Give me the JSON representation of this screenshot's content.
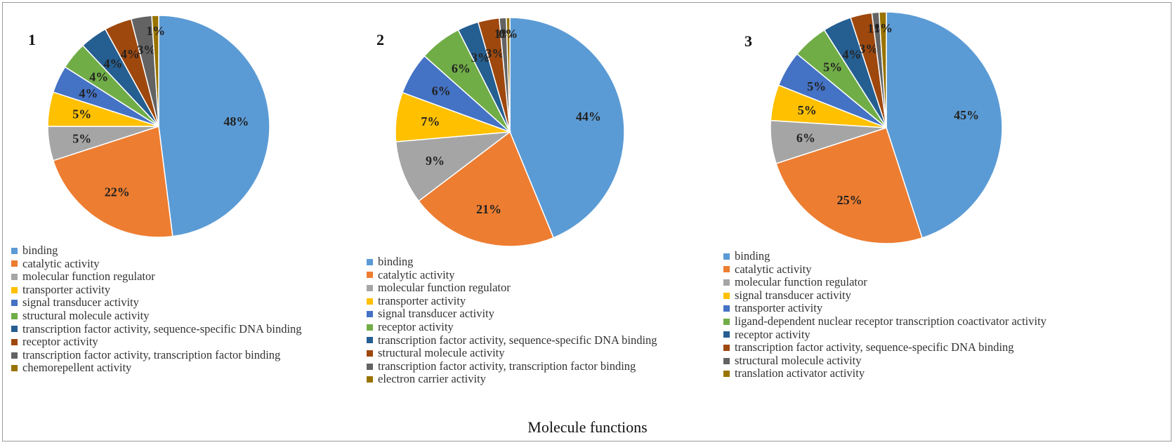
{
  "caption": "Molecule functions",
  "colors": [
    "#5b9bd5",
    "#ed7d31",
    "#a5a5a5",
    "#ffc000",
    "#4472c4",
    "#70ad47",
    "#255e91",
    "#9e480e",
    "#636363",
    "#997300"
  ],
  "chart_data": [
    {
      "type": "pie",
      "panel_label": "1",
      "labels": [
        "binding",
        "catalytic activity",
        "molecular function regulator",
        "transporter activity",
        "signal transducer activity",
        "structural molecule activity",
        "transcription factor activity, sequence-specific DNA binding",
        "receptor activity",
        "transcription factor activity, transcription factor binding",
        "chemorepellent activity"
      ],
      "values": [
        48,
        22,
        5,
        5,
        4,
        4,
        4,
        4,
        3,
        1
      ],
      "data_labels": [
        "48%",
        "22%",
        "5%",
        "5%",
        "4%",
        "4%",
        "4%",
        "4%",
        "3%",
        "1%"
      ]
    },
    {
      "type": "pie",
      "panel_label": "2",
      "labels": [
        "binding",
        "catalytic activity",
        "molecular function regulator",
        "transporter activity",
        "signal transducer activity",
        "receptor activity",
        "transcription factor activity, sequence-specific DNA binding",
        "structural molecule activity",
        "transcription factor activity, transcription factor binding",
        "electron carrier activity"
      ],
      "values": [
        44,
        21,
        9,
        7,
        6,
        6,
        3,
        3,
        1,
        0.5
      ],
      "data_labels": [
        "44%",
        "21%",
        "9%",
        "7%",
        "6%",
        "6%",
        "3%",
        "3%",
        "1%",
        "0%"
      ]
    },
    {
      "type": "pie",
      "panel_label": "3",
      "labels": [
        "binding",
        "catalytic activity",
        "molecular function regulator",
        "signal transducer activity",
        "transporter activity",
        "ligand-dependent nuclear receptor transcription coactivator activity",
        "receptor activity",
        "transcription factor activity, sequence-specific DNA binding",
        "structural molecule activity",
        "translation activator activity"
      ],
      "values": [
        45,
        25,
        6,
        5,
        5,
        5,
        4,
        3,
        1,
        1
      ],
      "data_labels": [
        "45%",
        "25%",
        "6%",
        "5%",
        "5%",
        "5%",
        "4%",
        "3%",
        "1%",
        "1%"
      ]
    }
  ]
}
